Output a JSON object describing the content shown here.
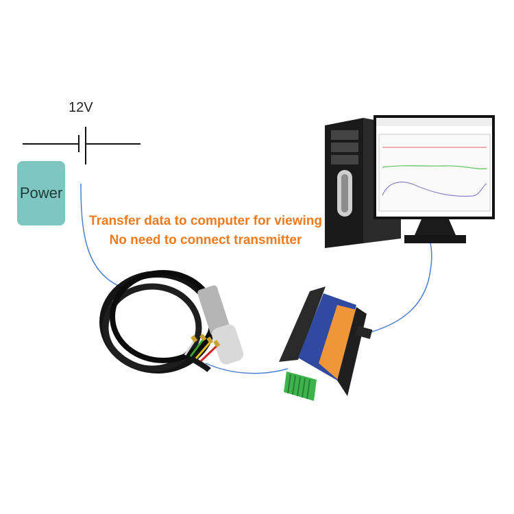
{
  "battery": {
    "voltage_label": "12V"
  },
  "power": {
    "label": "Power"
  },
  "caption": {
    "line1": "Transfer data to computer for viewing",
    "line2": "No need to connect transmitter"
  },
  "colors": {
    "cable": "#4a7fd0",
    "power_box": "#7fc6c0",
    "caption": "#f07a1e",
    "converter_blue": "#2f4aa0",
    "converter_orange": "#f0963a",
    "terminal_green": "#3cb44b"
  }
}
